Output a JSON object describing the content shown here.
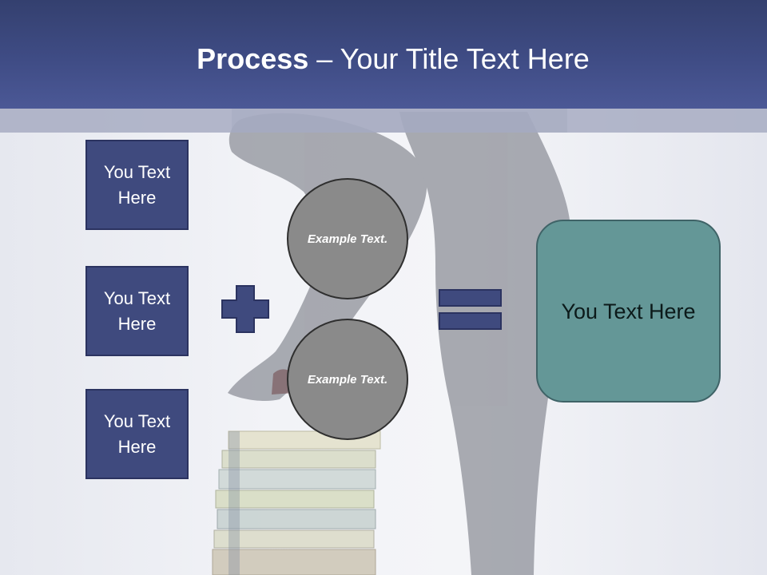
{
  "title": {
    "bold": "Process",
    "rest": " – Your Title Text Here"
  },
  "inputs": [
    {
      "label": "You Text Here"
    },
    {
      "label": "You Text Here"
    },
    {
      "label": "You Text Here"
    }
  ],
  "circles": [
    {
      "label": "Example Text."
    },
    {
      "label": "Example Text."
    }
  ],
  "result": {
    "label": "You Text Here"
  },
  "colors": {
    "header": "#3f4c85",
    "box": "#3f4a7e",
    "circle": "#8a8a8a",
    "result": "#649797"
  },
  "icons": {
    "plus": "plus-icon",
    "equals": "equals-icon"
  }
}
